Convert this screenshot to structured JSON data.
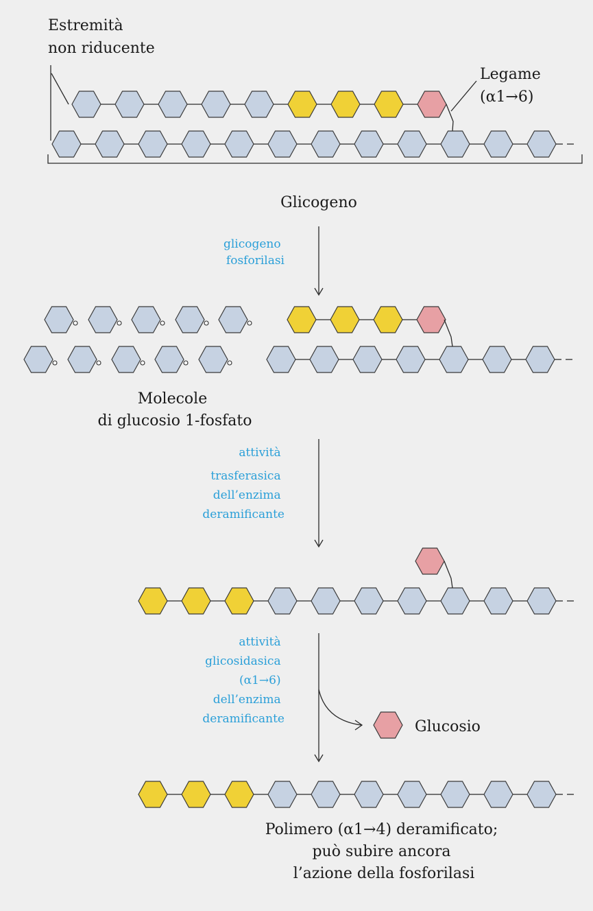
{
  "labels": {
    "non_reducing_end": [
      "Estremità",
      "non riducente"
    ],
    "bond": [
      "Legame",
      "(α1→6)"
    ],
    "glycogen": "Glicogeno",
    "glc1p": [
      "Molecole",
      "di glucosio 1-fosfato"
    ],
    "glucose": "Glucosio",
    "product": [
      "Polimero (α1→4) deramificato;",
      "può subire ancora",
      "l’azione della fosforilasi"
    ]
  },
  "enzymes": {
    "phosphorylase": [
      "glicogeno",
      "fosforilasi"
    ],
    "transferase": [
      "attività",
      "trasferasica",
      "dell’enzima",
      "deramificante"
    ],
    "glucosidase": [
      "attività",
      "glicosidasica",
      "(α1→6)",
      "dell’enzima",
      "deramificante"
    ]
  },
  "colors": {
    "glucose_unit": "#c6d2e2",
    "transferred_unit": "#f0d136",
    "branch_unit": "#e7a0a4",
    "enzyme_text": "#2a9fd8",
    "background": "#efefef"
  }
}
